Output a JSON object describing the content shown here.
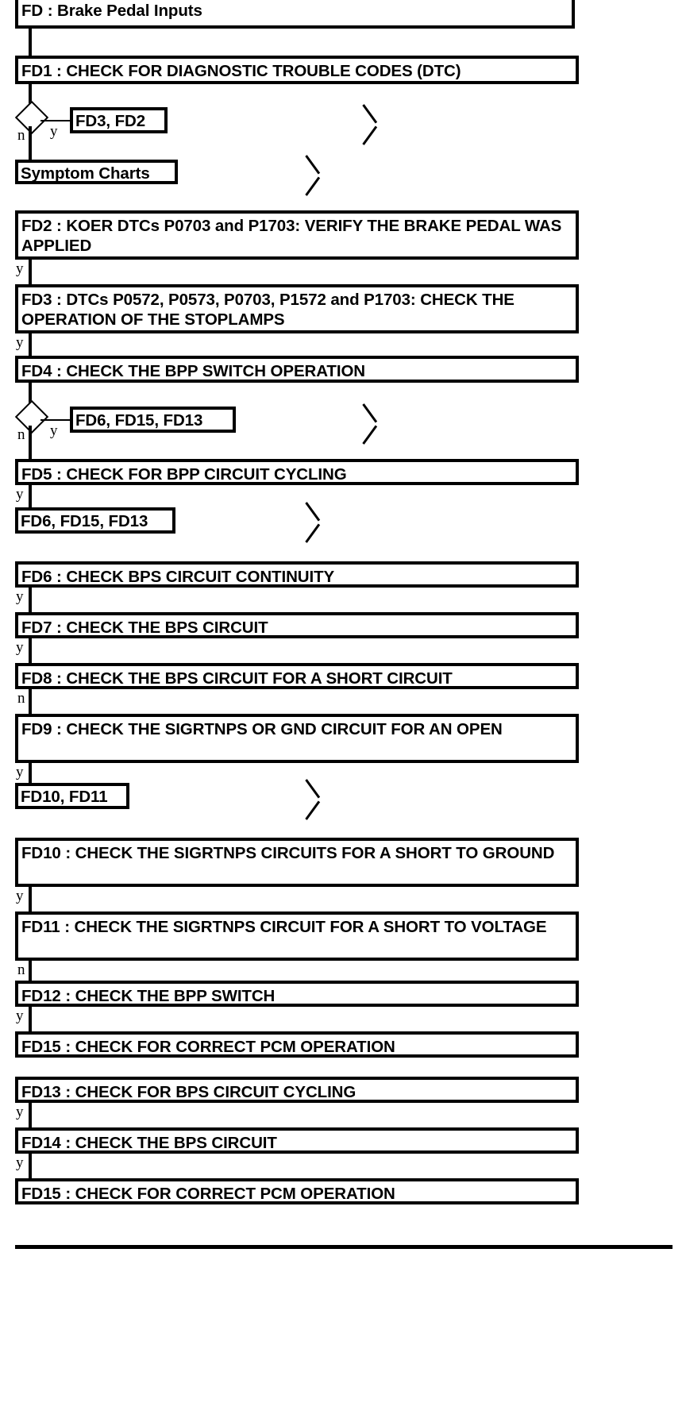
{
  "diagram": {
    "title": "FD : Brake Pedal Inputs",
    "boxes": [
      {
        "id": "fd",
        "label": "FD : Brake Pedal Inputs"
      },
      {
        "id": "fd1",
        "label": "FD1 : CHECK FOR DIAGNOSTIC TROUBLE CODES (DTC)"
      },
      {
        "id": "fd2",
        "label": "FD2 : KOER DTCs P0703 and P1703: VERIFY THE BRAKE PEDAL WAS APPLIED"
      },
      {
        "id": "fd3",
        "label": "FD3 : DTCs P0572, P0573, P0703, P1572 and P1703: CHECK THE OPERATION OF THE STOPLAMPS"
      },
      {
        "id": "fd4",
        "label": "FD4 : CHECK THE BPP SWITCH OPERATION"
      },
      {
        "id": "fd5",
        "label": "FD5 : CHECK FOR BPP CIRCUIT CYCLING"
      },
      {
        "id": "fd6",
        "label": "FD6 : CHECK BPS CIRCUIT CONTINUITY"
      },
      {
        "id": "fd7",
        "label": "FD7 : CHECK THE BPS CIRCUIT"
      },
      {
        "id": "fd8",
        "label": "FD8 : CHECK THE BPS CIRCUIT FOR A SHORT CIRCUIT"
      },
      {
        "id": "fd9",
        "label": "FD9 : CHECK THE SIGRTNPS OR GND CIRCUIT FOR AN OPEN"
      },
      {
        "id": "fd10",
        "label": "FD10 : CHECK THE SIGRTNPS CIRCUITS FOR A SHORT TO GROUND"
      },
      {
        "id": "fd11",
        "label": "FD11 : CHECK THE SIGRTNPS CIRCUIT FOR A SHORT TO VOLTAGE"
      },
      {
        "id": "fd12",
        "label": "FD12 : CHECK THE BPP SWITCH"
      },
      {
        "id": "fd15a",
        "label": "FD15 : CHECK FOR CORRECT PCM OPERATION"
      },
      {
        "id": "fd13",
        "label": "FD13 : CHECK FOR BPS CIRCUIT CYCLING"
      },
      {
        "id": "fd14",
        "label": "FD14 : CHECK THE BPS CIRCUIT"
      },
      {
        "id": "fd15b",
        "label": "FD15 : CHECK FOR CORRECT PCM OPERATION"
      }
    ],
    "refs": [
      {
        "id": "ref-fd3-fd2",
        "label": "FD3, FD2"
      },
      {
        "id": "ref-symptom-charts",
        "label": "Symptom Charts"
      },
      {
        "id": "ref-fd6-fd15-fd13a",
        "label": "FD6, FD15, FD13"
      },
      {
        "id": "ref-fd6-fd15-fd13b",
        "label": "FD6, FD15, FD13"
      },
      {
        "id": "ref-fd10-fd11",
        "label": "FD10, FD11"
      }
    ],
    "branch_labels": {
      "yes": "y",
      "no": "n"
    },
    "edges": [
      {
        "from": "fd1",
        "branch": "y",
        "to": "ref-fd3-fd2"
      },
      {
        "from": "fd1",
        "branch": "n",
        "to": "ref-symptom-charts"
      },
      {
        "from": "fd2",
        "branch": "y",
        "to": "fd3"
      },
      {
        "from": "fd3",
        "branch": "y",
        "to": "fd4"
      },
      {
        "from": "fd4",
        "branch": "y",
        "to": "ref-fd6-fd15-fd13a"
      },
      {
        "from": "fd4",
        "branch": "n",
        "to": "fd5"
      },
      {
        "from": "fd5",
        "branch": "y",
        "to": "ref-fd6-fd15-fd13b"
      },
      {
        "from": "fd6",
        "branch": "y",
        "to": "fd7"
      },
      {
        "from": "fd7",
        "branch": "y",
        "to": "fd8"
      },
      {
        "from": "fd8",
        "branch": "n",
        "to": "fd9"
      },
      {
        "from": "fd9",
        "branch": "y",
        "to": "ref-fd10-fd11"
      },
      {
        "from": "fd10",
        "branch": "y",
        "to": "fd11"
      },
      {
        "from": "fd11",
        "branch": "n",
        "to": "fd12"
      },
      {
        "from": "fd12",
        "branch": "y",
        "to": "fd15a"
      },
      {
        "from": "fd13",
        "branch": "y",
        "to": "fd14"
      },
      {
        "from": "fd14",
        "branch": "y",
        "to": "fd15b"
      }
    ],
    "colors": {
      "line": "#000000",
      "background": "#ffffff"
    }
  }
}
